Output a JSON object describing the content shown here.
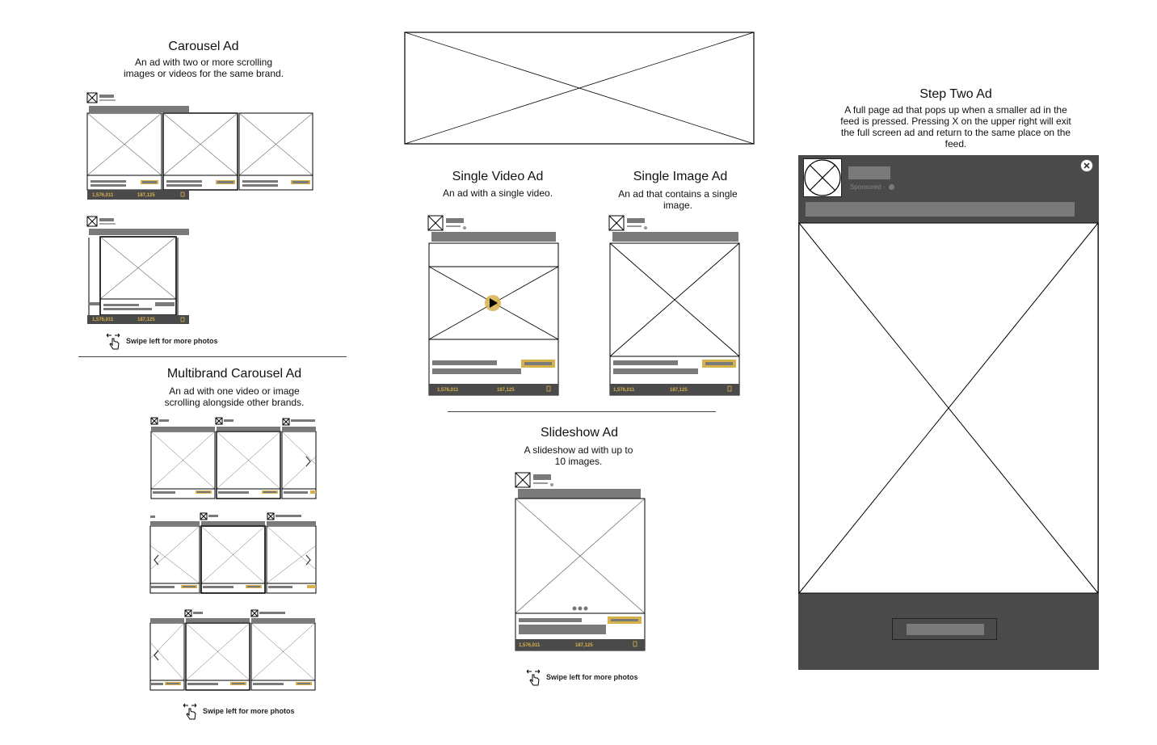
{
  "sections": {
    "carousel": {
      "title": "Carousel Ad",
      "desc": "An ad with two or more scrolling images or videos for the same brand."
    },
    "multibrand": {
      "title": "Multibrand Carousel Ad",
      "desc": "An ad with one video or image scrolling alongside other brands."
    },
    "single_video": {
      "title": "Single Video Ad",
      "desc": "An ad with a single video."
    },
    "single_image": {
      "title": "Single Image Ad",
      "desc": "An ad that contains a single image."
    },
    "slideshow": {
      "title": "Slideshow Ad",
      "desc": "A slideshow ad with up to 10 images."
    },
    "step_two": {
      "title": "Step Two Ad",
      "desc": "A full page ad that pops up when a smaller ad in the feed is pressed. Pressing X on the upper right will exit the full screen ad and return to the same place on the feed.",
      "sponsored_label": "Sponsored ·"
    }
  },
  "swipe_hint": "Swipe left for more photos",
  "post_meta": {
    "likes": "1,576,011",
    "comments": "187,125",
    "sponsored": "Sponsored ·"
  },
  "colors": {
    "dark_gray": "#4a4a4a",
    "bar_gray": "#7a7a7a",
    "accent_gold": "#d7b14c"
  },
  "icons": [
    "placeholder-image-icon",
    "play-icon",
    "heart-icon",
    "comment-icon",
    "bookmark-icon",
    "swipe-hand-icon",
    "close-icon",
    "chevron-left-icon",
    "chevron-right-icon"
  ]
}
